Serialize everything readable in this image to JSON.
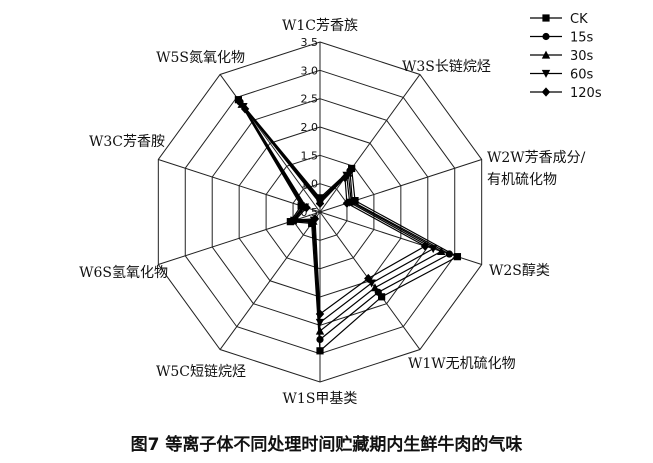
{
  "caption": "图7 等离子体不同处理时间贮藏期内生鲜牛肉的气味",
  "chart_data": {
    "type": "radar",
    "title": "",
    "rlim": [
      0.5,
      3.5
    ],
    "ticks": [
      "0.5",
      "1.0",
      "1.5",
      "2.0",
      "2.5",
      "3.0",
      "3.5"
    ],
    "grid": true,
    "legend_position": "top-right",
    "axes": [
      "W1C芳香族",
      "W3S长链烷烃",
      "W2W芳香成分/有机硫化物",
      "W2S醇类",
      "W1W无机硫化物",
      "W1S甲基类",
      "W5C短链烷烃",
      "W6S氢氧化物",
      "W3C芳香胺",
      "W5S氮氧化物"
    ],
    "series": [
      {
        "name": "CK",
        "marker": "square",
        "values": [
          0.75,
          1.45,
          1.15,
          3.05,
          2.35,
          2.95,
          0.75,
          1.05,
          0.85,
          2.95
        ]
      },
      {
        "name": "15s",
        "marker": "circle",
        "values": [
          0.72,
          1.4,
          1.1,
          2.9,
          2.25,
          2.75,
          0.72,
          1.02,
          0.82,
          2.9
        ]
      },
      {
        "name": "30s",
        "marker": "triangle-up",
        "values": [
          0.7,
          1.35,
          1.08,
          2.75,
          2.15,
          2.6,
          0.7,
          1.0,
          0.8,
          2.85
        ]
      },
      {
        "name": "60s",
        "marker": "triangle-down",
        "values": [
          0.68,
          1.3,
          1.05,
          2.6,
          2.05,
          2.45,
          0.68,
          0.98,
          0.78,
          2.8
        ]
      },
      {
        "name": "120s",
        "marker": "diamond",
        "values": [
          0.65,
          1.25,
          1.0,
          2.45,
          1.95,
          2.3,
          0.65,
          0.95,
          0.75,
          2.75
        ]
      }
    ]
  }
}
